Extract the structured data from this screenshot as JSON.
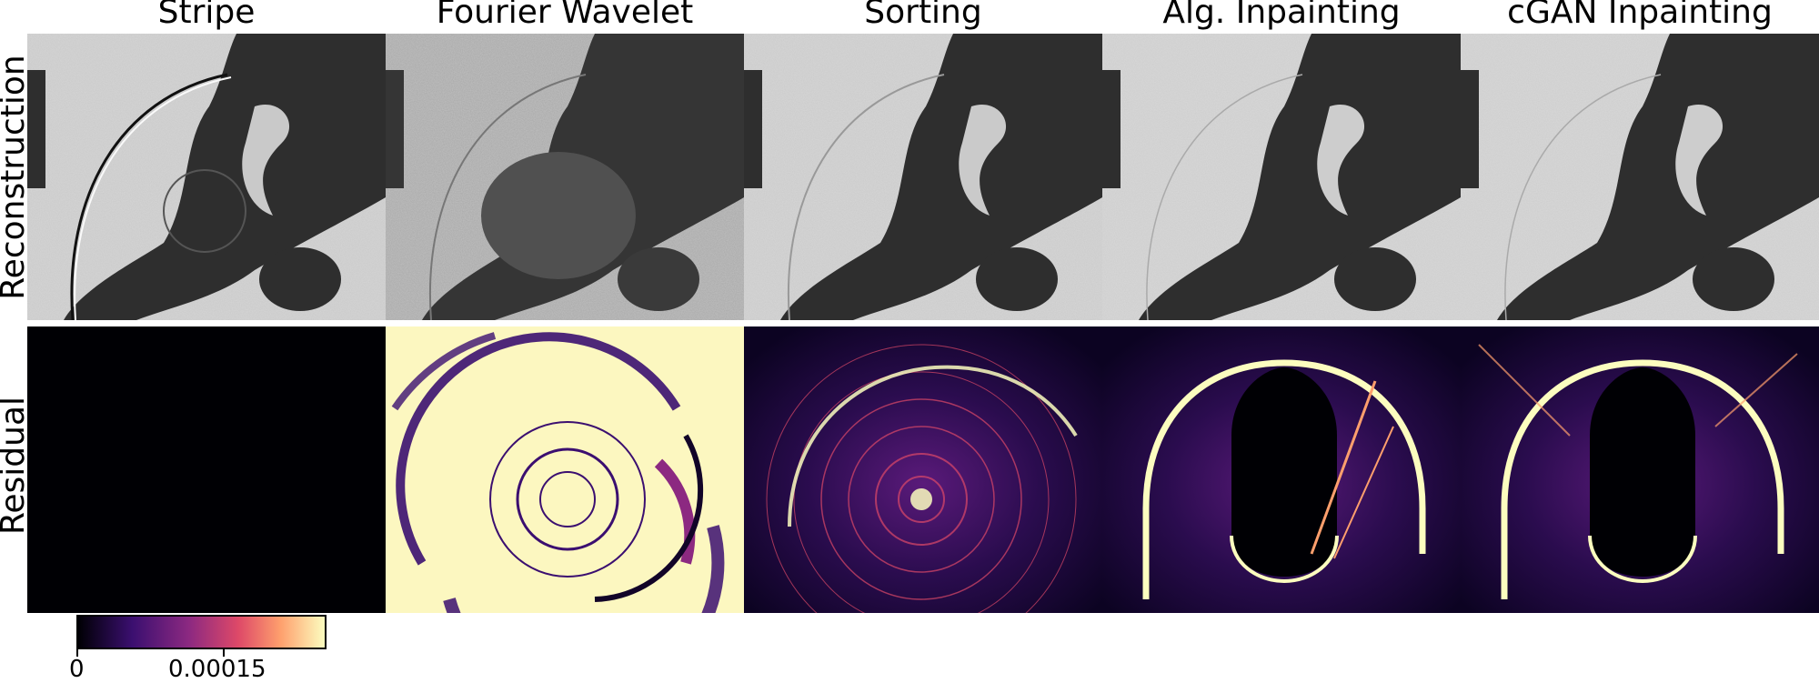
{
  "columns": [
    {
      "key": "stripe",
      "title": "Stripe"
    },
    {
      "key": "fourier",
      "title": "Fourier Wavelet"
    },
    {
      "key": "sorting",
      "title": "Sorting"
    },
    {
      "key": "alg",
      "title": "Alg. Inpainting"
    },
    {
      "key": "cgan",
      "title": "cGAN Inpainting"
    }
  ],
  "rows": {
    "reconstruction": "Reconstruction",
    "residual": "Residual"
  },
  "colorbar": {
    "colormap": "magma",
    "tick_min": "0",
    "tick_mid": "0.00015",
    "stops": [
      "#000004",
      "#3b0f70",
      "#8c2981",
      "#de4968",
      "#fe9f6d",
      "#fcfdbf"
    ]
  }
}
